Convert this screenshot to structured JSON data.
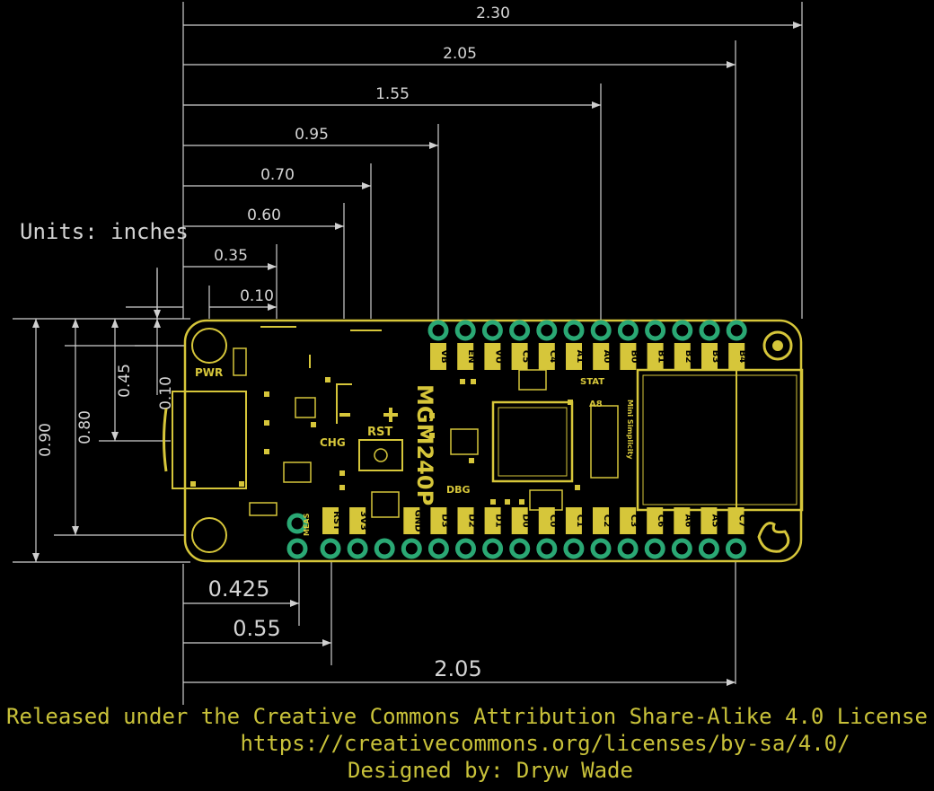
{
  "units_label": "Units: inches",
  "dimensions": {
    "top": [
      "2.30",
      "2.05",
      "1.55",
      "0.95",
      "0.70",
      "0.60",
      "0.35",
      "0.10"
    ],
    "left": [
      "0.90",
      "0.80",
      "0.45",
      "0.10"
    ],
    "bottom": [
      "0.425",
      "0.55",
      "2.05"
    ]
  },
  "board": {
    "top_pins": [
      "VB",
      "EN",
      "VU",
      "C5",
      "C4",
      "A1",
      "A0",
      "B0",
      "B1",
      "B2",
      "B3",
      "B4"
    ],
    "bottom_pins": [
      "RST",
      "3V3",
      "",
      "GND",
      "D3",
      "D2",
      "D1",
      "D0",
      "C0",
      "C1",
      "C2",
      "C3",
      "C6",
      "A6",
      "A5",
      "C7"
    ],
    "silk": {
      "module": "MGM240P",
      "pwr": "PWR",
      "chg": "CHG",
      "rst": "RST",
      "dbg": "DBG",
      "stat": "STAT",
      "a8": "A8",
      "meas": "MEAS",
      "mini": "Mini Simplicity"
    }
  },
  "license": {
    "line1": "Released under the Creative Commons Attribution Share-Alike 4.0 License",
    "line2": "https://creativecommons.org/licenses/by-sa/4.0/",
    "line3": "Designed by: Dryw Wade"
  },
  "colors": {
    "board": "#000000",
    "silk": "#d6c63a",
    "pad": "#2aa874",
    "dimension": "#d4d4d4",
    "license": "#c9c23a"
  }
}
